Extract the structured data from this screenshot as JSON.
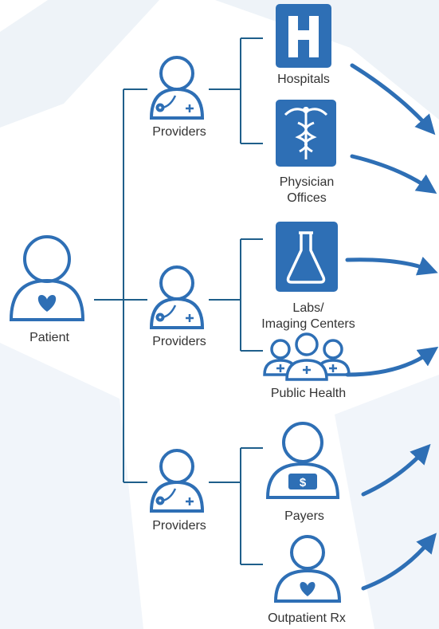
{
  "colors": {
    "accent": "#2e6fb5",
    "line": "#1f5f8b",
    "text": "#333333",
    "watermark": "#e6edf5"
  },
  "patient": {
    "label": "Patient",
    "icon": "patient-heart-icon"
  },
  "providers": [
    {
      "label": "Providers",
      "icon": "provider-stethoscope-icon"
    },
    {
      "label": "Providers",
      "icon": "provider-stethoscope-icon"
    },
    {
      "label": "Providers",
      "icon": "provider-stethoscope-icon"
    }
  ],
  "destinations": [
    {
      "label_lines": [
        "Hospitals"
      ],
      "icon": "hospital-icon"
    },
    {
      "label_lines": [
        "Physician",
        "Offices"
      ],
      "icon": "caduceus-icon"
    },
    {
      "label_lines": [
        "Labs/",
        "Imaging Centers"
      ],
      "icon": "lab-flask-icon"
    },
    {
      "label_lines": [
        "Public Health"
      ],
      "icon": "public-health-group-icon"
    },
    {
      "label_lines": [
        "Payers"
      ],
      "icon": "payer-dollar-icon"
    },
    {
      "label_lines": [
        "Outpatient Rx"
      ],
      "icon": "pharmacy-rx-icon"
    }
  ]
}
